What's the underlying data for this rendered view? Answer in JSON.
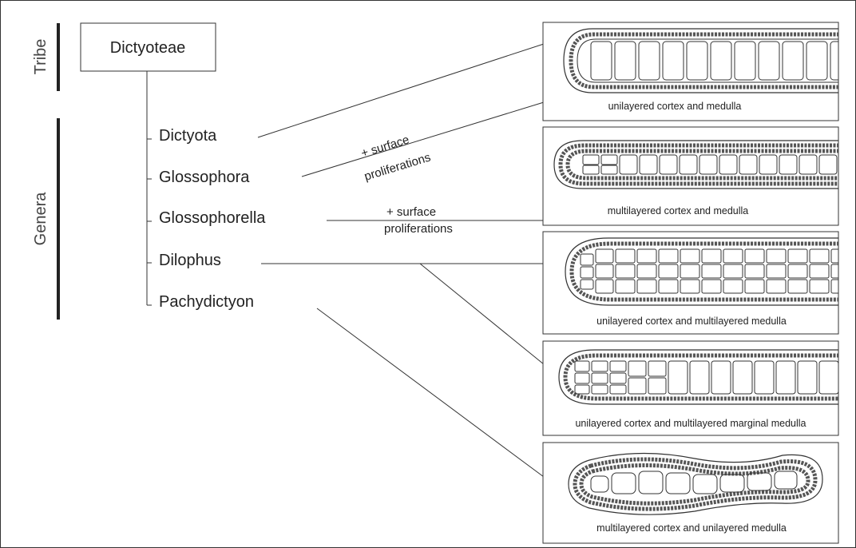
{
  "side_labels": {
    "tribe": "Tribe",
    "genera": "Genera"
  },
  "tribe_name": "Dictyoteae",
  "genera": [
    "Dictyota",
    "Glossophora",
    "Glossophorella",
    "Dilophus",
    "Pachydictyon"
  ],
  "annotations": {
    "a1_line1": "+ surface",
    "a1_line2": "proliferations",
    "a2_line1": "+ surface",
    "a2_line2": "proliferations"
  },
  "panels": [
    {
      "caption": "unilayered cortex and medulla"
    },
    {
      "caption": "multilayered cortex and medulla"
    },
    {
      "caption": "unilayered cortex and multilayered medulla"
    },
    {
      "caption": "unilayered cortex and multilayered marginal medulla"
    },
    {
      "caption": "multilayered cortex and unilayered medulla"
    }
  ],
  "colors": {
    "line": "#333333",
    "text": "#222222",
    "bar": "#222222"
  }
}
